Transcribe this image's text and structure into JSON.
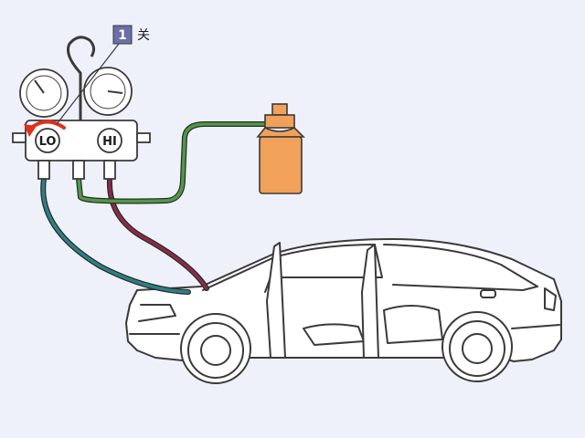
{
  "gauge_set": {
    "low_label": "LO",
    "high_label": "HI"
  },
  "callout": {
    "number": "1",
    "text": "关"
  },
  "colors": {
    "background": "#eef1fa",
    "outline": "#3a3a3a",
    "low_hose": "#2e7f86",
    "high_hose": "#8b2a48",
    "charge_hose": "#4f9a45",
    "cylinder": "#f2a15a",
    "valve_arrow": "#e0301e",
    "callout_box": "#6a6fa8"
  }
}
